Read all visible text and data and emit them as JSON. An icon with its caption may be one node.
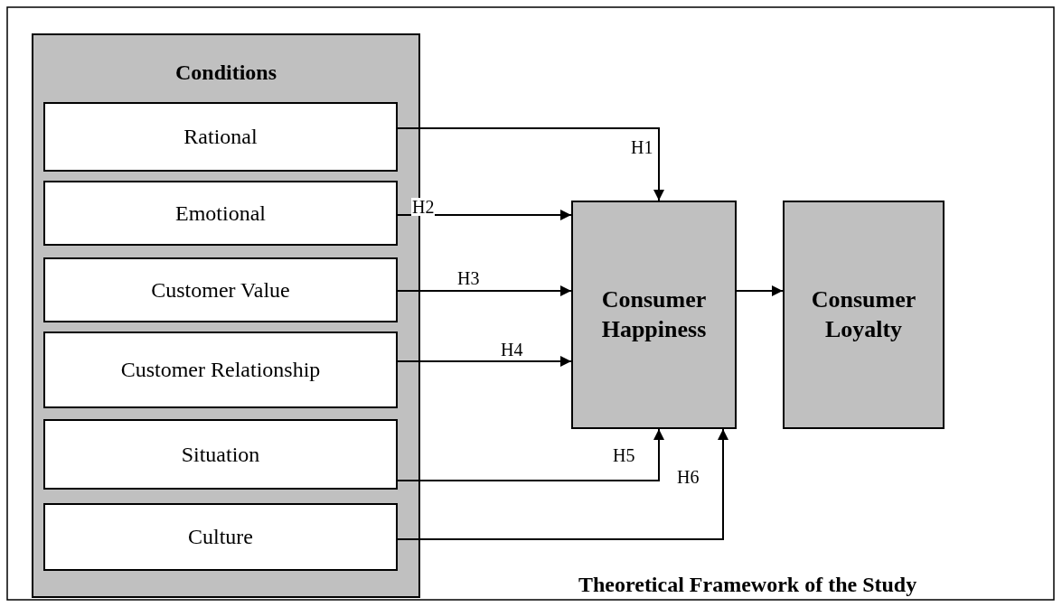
{
  "diagram": {
    "title": "Theoretical Framework of the Study",
    "nodes": [
      {
        "text": [
          "Conditions"
        ]
      },
      {
        "text": [
          "Rational"
        ],
        "in": 0
      },
      {
        "text": [
          "Emotional"
        ],
        "in": 0
      },
      {
        "text": [
          "Customer Value"
        ],
        "in": 0
      },
      {
        "text": [
          "Customer Relationship"
        ],
        "in": 0
      },
      {
        "text": [
          "Situation"
        ],
        "in": 0
      },
      {
        "text": [
          "Culture"
        ],
        "in": 0
      },
      {
        "text": [
          "Consumer Happiness"
        ]
      },
      {
        "text": [
          "Consumer Loyalty"
        ]
      }
    ],
    "edges": [
      {
        "from": 1,
        "to": 7,
        "arrow": "to",
        "label": "H1"
      },
      {
        "from": 2,
        "to": 7,
        "arrow": "to",
        "label": "H2"
      },
      {
        "from": 3,
        "to": 7,
        "arrow": "to",
        "label": "H3"
      },
      {
        "from": 4,
        "to": 7,
        "arrow": "to",
        "label": "H4"
      },
      {
        "from": 5,
        "to": 7,
        "arrow": "to",
        "label": "H5"
      },
      {
        "from": 6,
        "to": 7,
        "arrow": "to",
        "label": "H6"
      },
      {
        "from": 7,
        "to": 8,
        "arrow": "to"
      }
    ]
  }
}
